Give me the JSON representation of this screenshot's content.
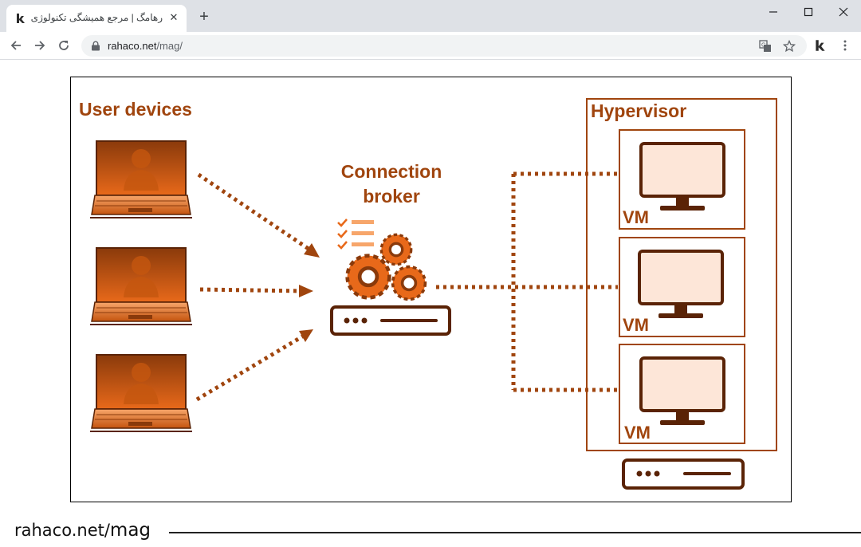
{
  "browser": {
    "tab_title": "رهامگ | مرجع همیشگی تکنولوژی |",
    "tab_close": "✕",
    "new_tab": "+",
    "window_controls": {
      "minimize": "—",
      "maximize": "☐",
      "close": "✕"
    },
    "url_host": "rahaco.net",
    "url_path": "/mag/",
    "icons": [
      "back-arrow-icon",
      "forward-arrow-icon",
      "reload-icon",
      "lock-icon",
      "translate-icon",
      "star-icon",
      "extension-icon",
      "menu-icon"
    ]
  },
  "diagram": {
    "user_devices_label": "User devices",
    "broker_label_line1": "Connection",
    "broker_label_line2": "broker",
    "hypervisor_label": "Hypervisor",
    "vm_labels": [
      "VM",
      "VM",
      "VM"
    ],
    "colors": {
      "accent": "#a0450e",
      "dark": "#5a2306",
      "light": "#fde6d8",
      "orange": "#e8691a"
    }
  },
  "footer": {
    "site": "rahaco.net/",
    "path": "mag"
  }
}
